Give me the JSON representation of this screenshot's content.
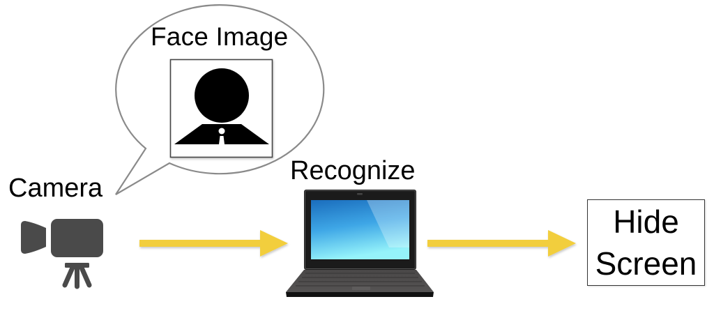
{
  "diagram": {
    "speech_bubble": {
      "title": "Face Image",
      "content": "person-silhouette"
    },
    "nodes": [
      {
        "id": "camera",
        "label": "Camera",
        "icon": "video-camera-on-tripod-icon"
      },
      {
        "id": "recognize",
        "label": "Recognize",
        "icon": "laptop-icon"
      },
      {
        "id": "hide_screen",
        "label_lines": [
          "Hide",
          "Screen"
        ]
      }
    ],
    "edges": [
      {
        "from": "camera",
        "to": "recognize",
        "style": "arrow"
      },
      {
        "from": "recognize",
        "to": "hide_screen",
        "style": "arrow"
      }
    ],
    "colors": {
      "arrow": "#f2ce3e",
      "camera_icon": "#4a4a4a",
      "bubble_stroke": "#8a8a8a",
      "laptop_body": "#3c3c3c",
      "laptop_screen_top": "#1f78c8",
      "laptop_screen_bottom": "#8ff0f8"
    }
  }
}
